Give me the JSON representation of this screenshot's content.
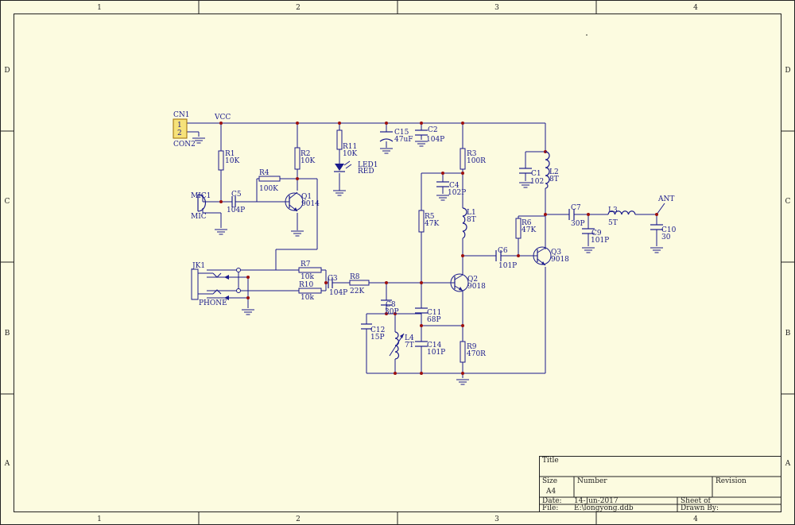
{
  "colors": {
    "paper": "#fcfbe0",
    "wire": "#1a1a8c",
    "frame": "#222222",
    "junction": "#9b0f0f"
  },
  "frame": {
    "cols": [
      "1",
      "2",
      "3",
      "4"
    ],
    "rows": [
      "D",
      "C",
      "B",
      "A"
    ]
  },
  "titleblock": {
    "title_label": "Title",
    "size_label": "Size",
    "size_value": "A4",
    "number_label": "Number",
    "revision_label": "Revision",
    "date_label": "Date:",
    "date_value": "14-Jun-2017",
    "sheet_label": "Sheet   of",
    "file_label": "File:",
    "file_value": "E:\\longyong.ddb",
    "drawn_label": "Drawn By:"
  },
  "parts": {
    "cn1": {
      "ref": "CN1",
      "pin1": "1",
      "pin2": "2",
      "value": "CON2"
    },
    "vcc": "VCC",
    "mic1": {
      "ref": "MIC1",
      "value": "MIC"
    },
    "jk1": {
      "ref": "JK1",
      "value": "PHONE"
    },
    "ant": "ANT",
    "r1": {
      "ref": "R1",
      "value": "10K"
    },
    "r2": {
      "ref": "R2",
      "value": "10K"
    },
    "r3": {
      "ref": "R3",
      "value": "100R"
    },
    "r4": {
      "ref": "R4",
      "value": "100K"
    },
    "r5": {
      "ref": "R5",
      "value": "47K"
    },
    "r6": {
      "ref": "R6",
      "value": "47K"
    },
    "r7": {
      "ref": "R7",
      "value": "10k"
    },
    "r8": {
      "ref": "R8",
      "value": "22K"
    },
    "r9": {
      "ref": "R9",
      "value": "470R"
    },
    "r10": {
      "ref": "R10",
      "value": "10k"
    },
    "r11": {
      "ref": "R11",
      "value": "10K"
    },
    "c1": {
      "ref": "C1",
      "value": "102"
    },
    "c2": {
      "ref": "C2",
      "value": "104P"
    },
    "c3": {
      "ref": "C3",
      "value": "104P"
    },
    "c4": {
      "ref": "C4",
      "value": "102P"
    },
    "c5": {
      "ref": "C5",
      "value": "104P"
    },
    "c6": {
      "ref": "C6",
      "value": "101P"
    },
    "c7": {
      "ref": "C7",
      "value": "30P"
    },
    "c8": {
      "ref": "C8",
      "value": "30P"
    },
    "c9": {
      "ref": "C9",
      "value": "101P"
    },
    "c10": {
      "ref": "C10",
      "value": "30"
    },
    "c11": {
      "ref": "C11",
      "value": "68P"
    },
    "c12": {
      "ref": "C12",
      "value": "15P"
    },
    "c14": {
      "ref": "C14",
      "value": "101P"
    },
    "c15": {
      "ref": "C15",
      "value": "47uF"
    },
    "l1": {
      "ref": "L1",
      "value": "8T"
    },
    "l2": {
      "ref": "L2",
      "value": "8T"
    },
    "l3": {
      "ref": "L3",
      "value": "5T"
    },
    "l4": {
      "ref": "L4",
      "value": "7T"
    },
    "q1": {
      "ref": "Q1",
      "value": "9014"
    },
    "q2": {
      "ref": "Q2",
      "value": "9018"
    },
    "q3": {
      "ref": "Q3",
      "value": "9018"
    },
    "led1": {
      "ref": "LED1",
      "value": "RED"
    }
  }
}
